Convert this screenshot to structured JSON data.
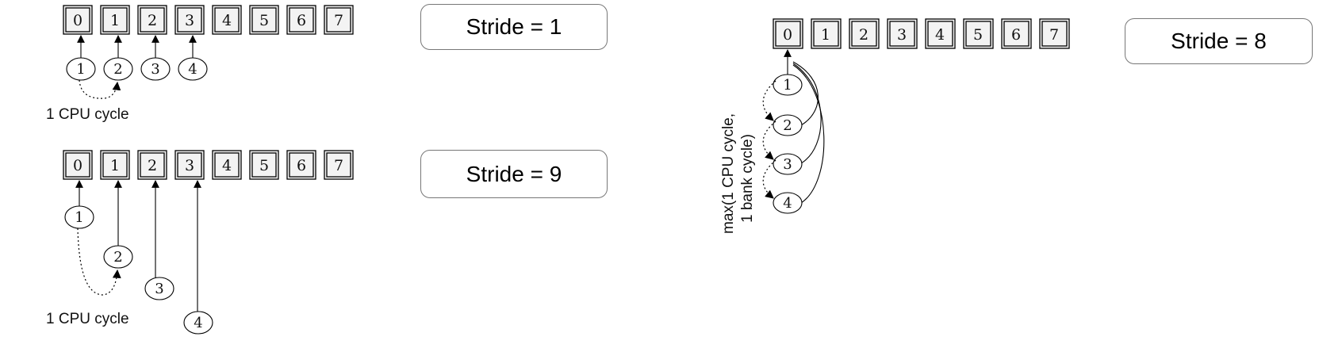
{
  "panels": [
    {
      "stride_label": "Stride = 1",
      "banks": [
        "0",
        "1",
        "2",
        "3",
        "4",
        "5",
        "6",
        "7"
      ],
      "requests": [
        "1",
        "2",
        "3",
        "4"
      ],
      "note": "1 CPU cycle"
    },
    {
      "stride_label": "Stride = 9",
      "banks": [
        "0",
        "1",
        "2",
        "3",
        "4",
        "5",
        "6",
        "7"
      ],
      "requests": [
        "1",
        "2",
        "3",
        "4"
      ],
      "note": "1 CPU cycle"
    },
    {
      "stride_label": "Stride = 8",
      "banks": [
        "0",
        "1",
        "2",
        "3",
        "4",
        "5",
        "6",
        "7"
      ],
      "requests": [
        "1",
        "2",
        "3",
        "4"
      ],
      "note_line1": "max(1 CPU cycle,",
      "note_line2": "1 bank cycle)"
    }
  ]
}
